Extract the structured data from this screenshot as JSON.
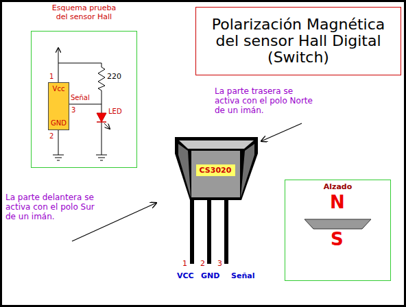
{
  "diagram": {
    "nodes": [
      {
        "text": [
          "Esquema prueba del sensor Hall"
        ]
      },
      {
        "text": [
          "Vcc",
          "GND"
        ],
        "in": 0
      },
      {
        "text": [
          "Polarización Magnética del sensor Hall Digital (Switch)"
        ]
      },
      {
        "text": [
          "CS3020"
        ]
      },
      {
        "text": [
          "Alzado"
        ]
      }
    ],
    "labels": [
      "1",
      "Señal",
      "3",
      "220",
      "LED",
      "2",
      "La parte trasera se activa con el polo Norte de un imán.",
      "La parte delantera se activa con el polo Sur de un imán.",
      "1",
      "2",
      "3",
      "VCC",
      "GND",
      "Señal",
      "N",
      "S"
    ]
  }
}
